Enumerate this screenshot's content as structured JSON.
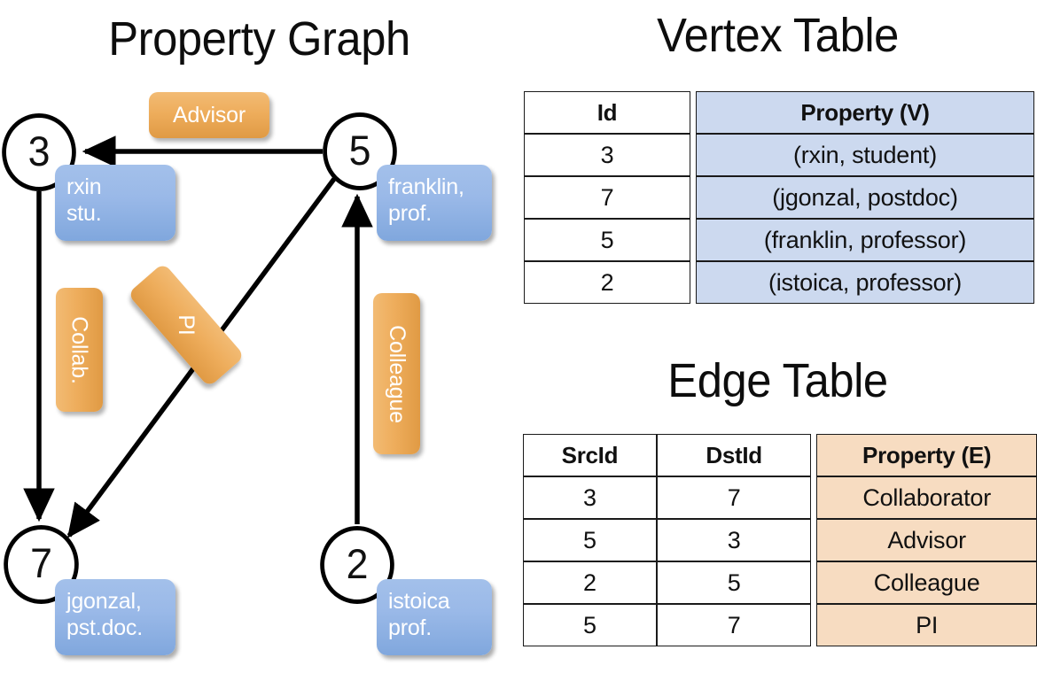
{
  "titles": {
    "graph": "Property Graph",
    "vertex_table": "Vertex Table",
    "edge_table": "Edge Table"
  },
  "colors": {
    "vertex_property_fill": "#ccd9ef",
    "edge_property_fill": "#f7dcc1",
    "vertex_box_fill": "#9ab9e8",
    "edge_label_fill": "#eead5c",
    "node_stroke": "#000000",
    "background": "#ffffff"
  },
  "graph": {
    "nodes": [
      {
        "id": "3",
        "property_line1": "rxin",
        "property_line2": "stu."
      },
      {
        "id": "5",
        "property_line1": "franklin,",
        "property_line2": "prof."
      },
      {
        "id": "7",
        "property_line1": "jgonzal,",
        "property_line2": "pst.doc."
      },
      {
        "id": "2",
        "property_line1": "istoica",
        "property_line2": "prof."
      }
    ],
    "edge_labels": [
      {
        "text": "Advisor",
        "orientation": "horizontal"
      },
      {
        "text": "Collab.",
        "orientation": "vertical"
      },
      {
        "text": "PI",
        "orientation": "diagonal"
      },
      {
        "text": "Colleague",
        "orientation": "vertical"
      }
    ]
  },
  "vertex_table": {
    "headers": [
      "Id",
      "Property (V)"
    ],
    "rows": [
      {
        "id": "3",
        "property": "(rxin, student)"
      },
      {
        "id": "7",
        "property": "(jgonzal, postdoc)"
      },
      {
        "id": "5",
        "property": "(franklin, professor)"
      },
      {
        "id": "2",
        "property": "(istoica, professor)"
      }
    ]
  },
  "edge_table": {
    "headers": [
      "SrcId",
      "DstId",
      "Property (E)"
    ],
    "rows": [
      {
        "src": "3",
        "dst": "7",
        "property": "Collaborator"
      },
      {
        "src": "5",
        "dst": "3",
        "property": "Advisor"
      },
      {
        "src": "2",
        "dst": "5",
        "property": "Colleague"
      },
      {
        "src": "5",
        "dst": "7",
        "property": "PI"
      }
    ]
  }
}
